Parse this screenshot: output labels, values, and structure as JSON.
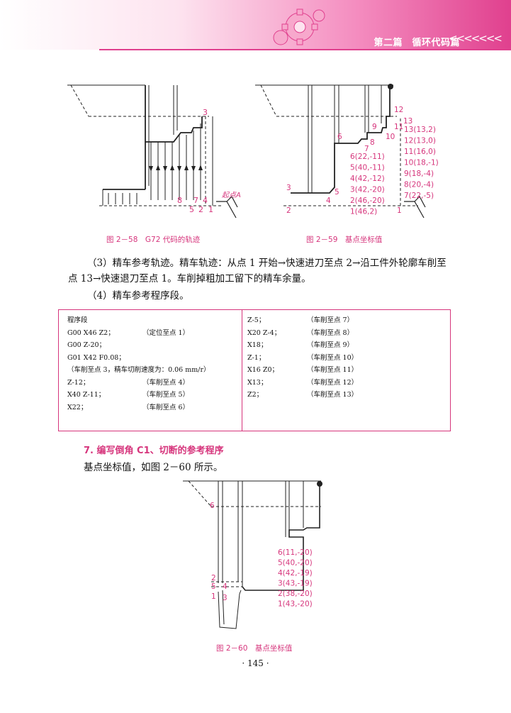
{
  "header": {
    "part": "第二篇",
    "title": "循环代码篇",
    "chevrons": "<<<<<<<"
  },
  "figures": {
    "fig58": {
      "caption": "图 2－58　G72 代码的轨迹",
      "labels": {
        "p3": "3",
        "p8": "8",
        "p7": "7",
        "p4": "4",
        "p5": "5",
        "p2": "2",
        "p1": "1",
        "start": "起点A"
      }
    },
    "fig59": {
      "caption": "图 2－59　基点坐标值",
      "labels": {
        "p12": "12",
        "p13": "13",
        "p11": "11",
        "p10": "10",
        "p9": "9",
        "p8": "8",
        "p7": "7",
        "p6": "6",
        "p5": "5",
        "p4": "4",
        "p3": "3",
        "p2": "2",
        "p1": "1"
      },
      "coords": [
        "13(13,2)",
        "12(13,0)",
        "11(16,0)",
        "10(18,-1)",
        "9(18,-4)",
        "8(20,-4)",
        "7(22,-5)"
      ],
      "coords_left": [
        "6(22,-11)",
        "5(40,-11)",
        "4(42,-12)",
        "3(42,-20)",
        "2(46,-20)",
        "1(46,2)"
      ]
    },
    "fig60": {
      "caption": "图 2－60　基点坐标值",
      "labels": {
        "p6": "6",
        "p2": "2",
        "p5": "5",
        "p4": "4",
        "p1": "1",
        "p3": "3"
      },
      "coords": [
        "6(11,-20)",
        "5(40,-20)",
        "4(42,-19)",
        "3(43,-19)",
        "2(38,-20)",
        "1(43,-20)"
      ]
    }
  },
  "text": {
    "p1": "（3）精车参考轨迹。精车轨迹：从点 1 开始→快速进刀至点 2→沿工件外轮廓车削至点 13→快速退刀至点 1。车削掉粗加工留下的精车余量。",
    "p2": "（4）精车参考程序段。",
    "sec7": "7. 编写倒角 C1、切断的参考程序",
    "p3": "基点坐标值，如图 2－60 所示。"
  },
  "code": {
    "left": [
      {
        "code": "程序段",
        "comment": ""
      },
      {
        "code": "G00 X46 Z2；",
        "comment": "（定位至点 1）"
      },
      {
        "code": "G00 Z-20；",
        "comment": ""
      },
      {
        "code": "G01 X42 F0.08；",
        "comment": ""
      },
      {
        "code": "（车削至点 3，精车切削速度为：0.06 mm/r）",
        "comment": ""
      },
      {
        "code": "Z-12；",
        "comment": "（车削至点 4）"
      },
      {
        "code": "X40 Z-11；",
        "comment": "（车削至点 5）"
      },
      {
        "code": "X22；",
        "comment": "（车削至点 6）"
      }
    ],
    "right": [
      {
        "code": "Z-5；",
        "comment": "（车削至点 7）"
      },
      {
        "code": "X20 Z-4；",
        "comment": "（车削至点 8）"
      },
      {
        "code": "X18；",
        "comment": "（车削至点 9）"
      },
      {
        "code": "Z-1；",
        "comment": "（车削至点 10）"
      },
      {
        "code": "X16 Z0；",
        "comment": "（车削至点 11）"
      },
      {
        "code": "X13；",
        "comment": "（车削至点 12）"
      },
      {
        "code": "Z2；",
        "comment": "（车削至点 13）"
      }
    ]
  },
  "page_number": "· 145 ·"
}
